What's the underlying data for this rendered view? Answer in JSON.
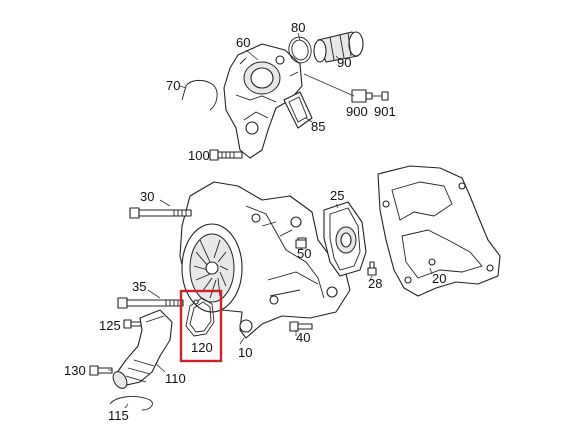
{
  "highlight_color": "#d0202a",
  "highlighted_part": "120",
  "labels": {
    "p10": "10",
    "p20": "20",
    "p25": "25",
    "p28": "28",
    "p30": "30",
    "p35": "35",
    "p40": "40",
    "p50": "50",
    "p60": "60",
    "p70": "70",
    "p80": "80",
    "p85": "85",
    "p90": "90",
    "p100": "100",
    "p110": "110",
    "p115": "115",
    "p120": "120",
    "p125": "125",
    "p130": "130",
    "p900": "900",
    "p901": "901"
  }
}
